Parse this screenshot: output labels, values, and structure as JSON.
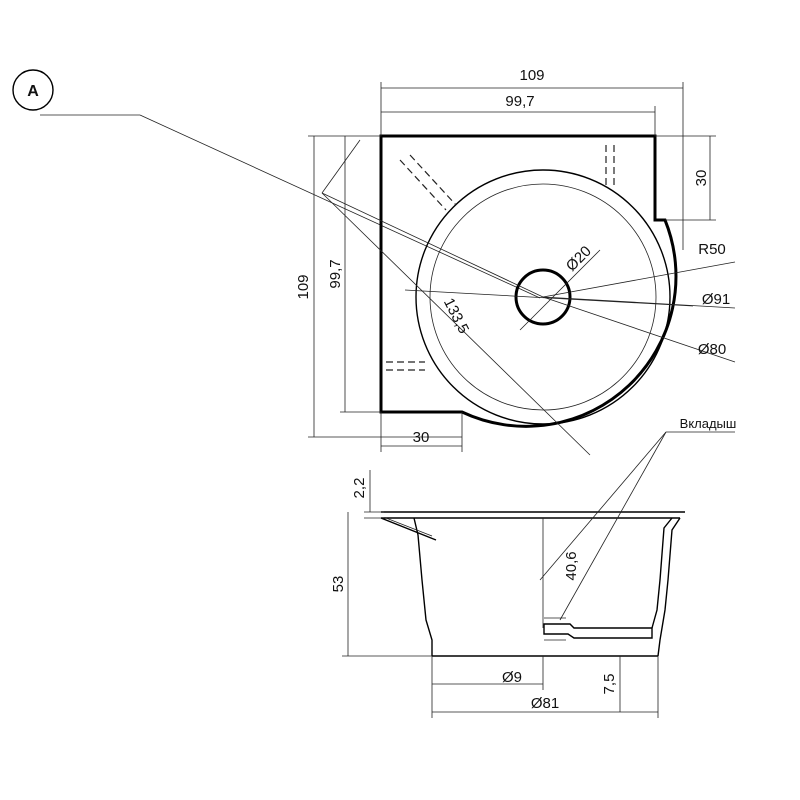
{
  "view_marker": "A",
  "top_view": {
    "width_overall": "109",
    "width_inner": "99,7",
    "height_overall": "109",
    "height_inner": "99,7",
    "corner_right": "30",
    "corner_bottom": "30",
    "diagonal": "133,5",
    "drain_diameter": "Ø20",
    "radius": "R50",
    "outer_bowl_diameter": "Ø91",
    "inner_bowl_diameter": "Ø80"
  },
  "section_view": {
    "insert_label": "Вкладыш",
    "rim_thickness": "2,2",
    "total_depth": "53",
    "bowl_depth": "40,6",
    "drain_hole": "Ø9",
    "drain_step": "7,5",
    "bottom_diameter": "Ø81"
  }
}
